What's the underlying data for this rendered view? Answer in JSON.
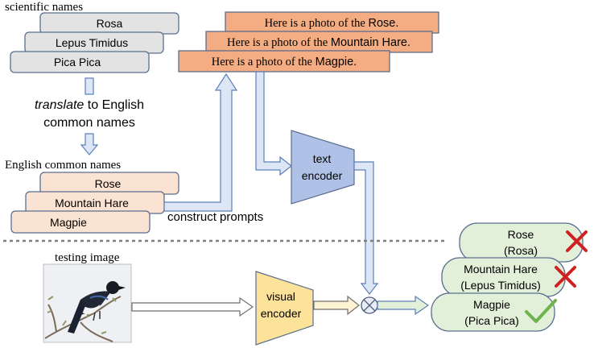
{
  "headings": {
    "scientific": "scientific names",
    "english": "English common names",
    "testing": "testing image"
  },
  "scientific_names": [
    "Rosa",
    "Lepus Timidus",
    "Pica Pica"
  ],
  "translate": {
    "italic": "translate",
    "rest_line1": " to English",
    "line2": "common names"
  },
  "common_names": [
    "Rose",
    "Mountain Hare",
    "Magpie"
  ],
  "construct_label": "construct prompts",
  "prompts": [
    {
      "prefix": "Here is a photo of the ",
      "name": "Rose."
    },
    {
      "prefix": "Here is a photo of the ",
      "name": "Mountain Hare."
    },
    {
      "prefix": "Here is a photo of the ",
      "name": "Magpie."
    }
  ],
  "text_encoder": [
    "text",
    "encoder"
  ],
  "visual_encoder": [
    "visual",
    "encoder"
  ],
  "results": [
    {
      "line1": "Rose",
      "line2": "(Rosa)",
      "mark": "cross-icon"
    },
    {
      "line1": "Mountain Hare",
      "line2": "(Lepus Timidus)",
      "mark": "cross-icon"
    },
    {
      "line1": "Magpie",
      "line2": "(Pica Pica)",
      "mark": "check-icon"
    }
  ],
  "colors": {
    "scientific_box": "#e3e3e3",
    "common_box": "#fbe3d3",
    "prompt_box": "#f4ad82",
    "text_encoder": "#afc1e6",
    "visual_encoder": "#fde39a",
    "result_box": "#e2efd9",
    "arrow_fill": "#dce6f4",
    "arrow_stroke": "#5b7fb8",
    "cross": "#d02020",
    "check": "#6fb34c"
  }
}
